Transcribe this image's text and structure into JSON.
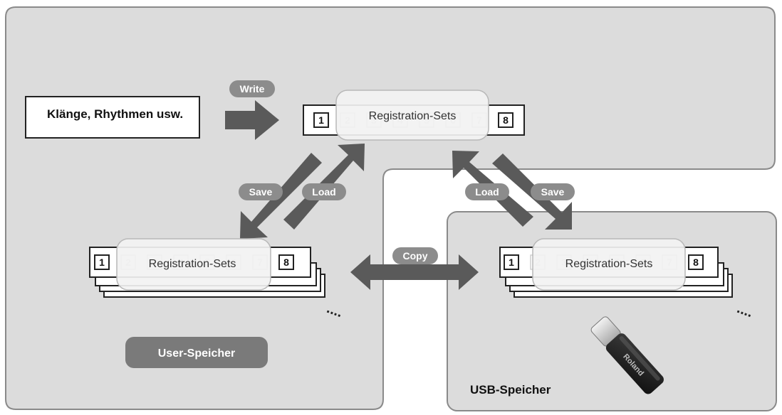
{
  "source": {
    "label": "Klänge, Rhythmen usw."
  },
  "actions": {
    "write": "Write",
    "save_left": "Save",
    "load_left": "Load",
    "load_right": "Load",
    "save_right": "Save",
    "copy": "Copy"
  },
  "registration_top": {
    "title": "Registration-Sets",
    "first": "1",
    "last": "8",
    "middle": [
      "2",
      "3",
      "4",
      "5",
      "6",
      "7"
    ]
  },
  "registration_user": {
    "title": "Registration-Sets",
    "first": "1",
    "last": "8",
    "middle": [
      "2",
      "3",
      "4",
      "5",
      "6",
      "7"
    ],
    "more": "...."
  },
  "registration_usb": {
    "title": "Registration-Sets",
    "first": "1",
    "last": "8",
    "middle": [
      "2",
      "3",
      "4",
      "5",
      "6",
      "7"
    ],
    "more": "...."
  },
  "areas": {
    "user_memory": "User-Speicher",
    "usb_memory": "USB-Speicher"
  },
  "usb_stick": {
    "brand": "Roland",
    "icon": "usb-stick-icon"
  },
  "colors": {
    "panel": "#dcdcdc",
    "panel_border": "#8a8a8a",
    "arrow": "#5a5a5a",
    "pill": "#8c8c8c",
    "user_badge": "#7a7a7a"
  }
}
